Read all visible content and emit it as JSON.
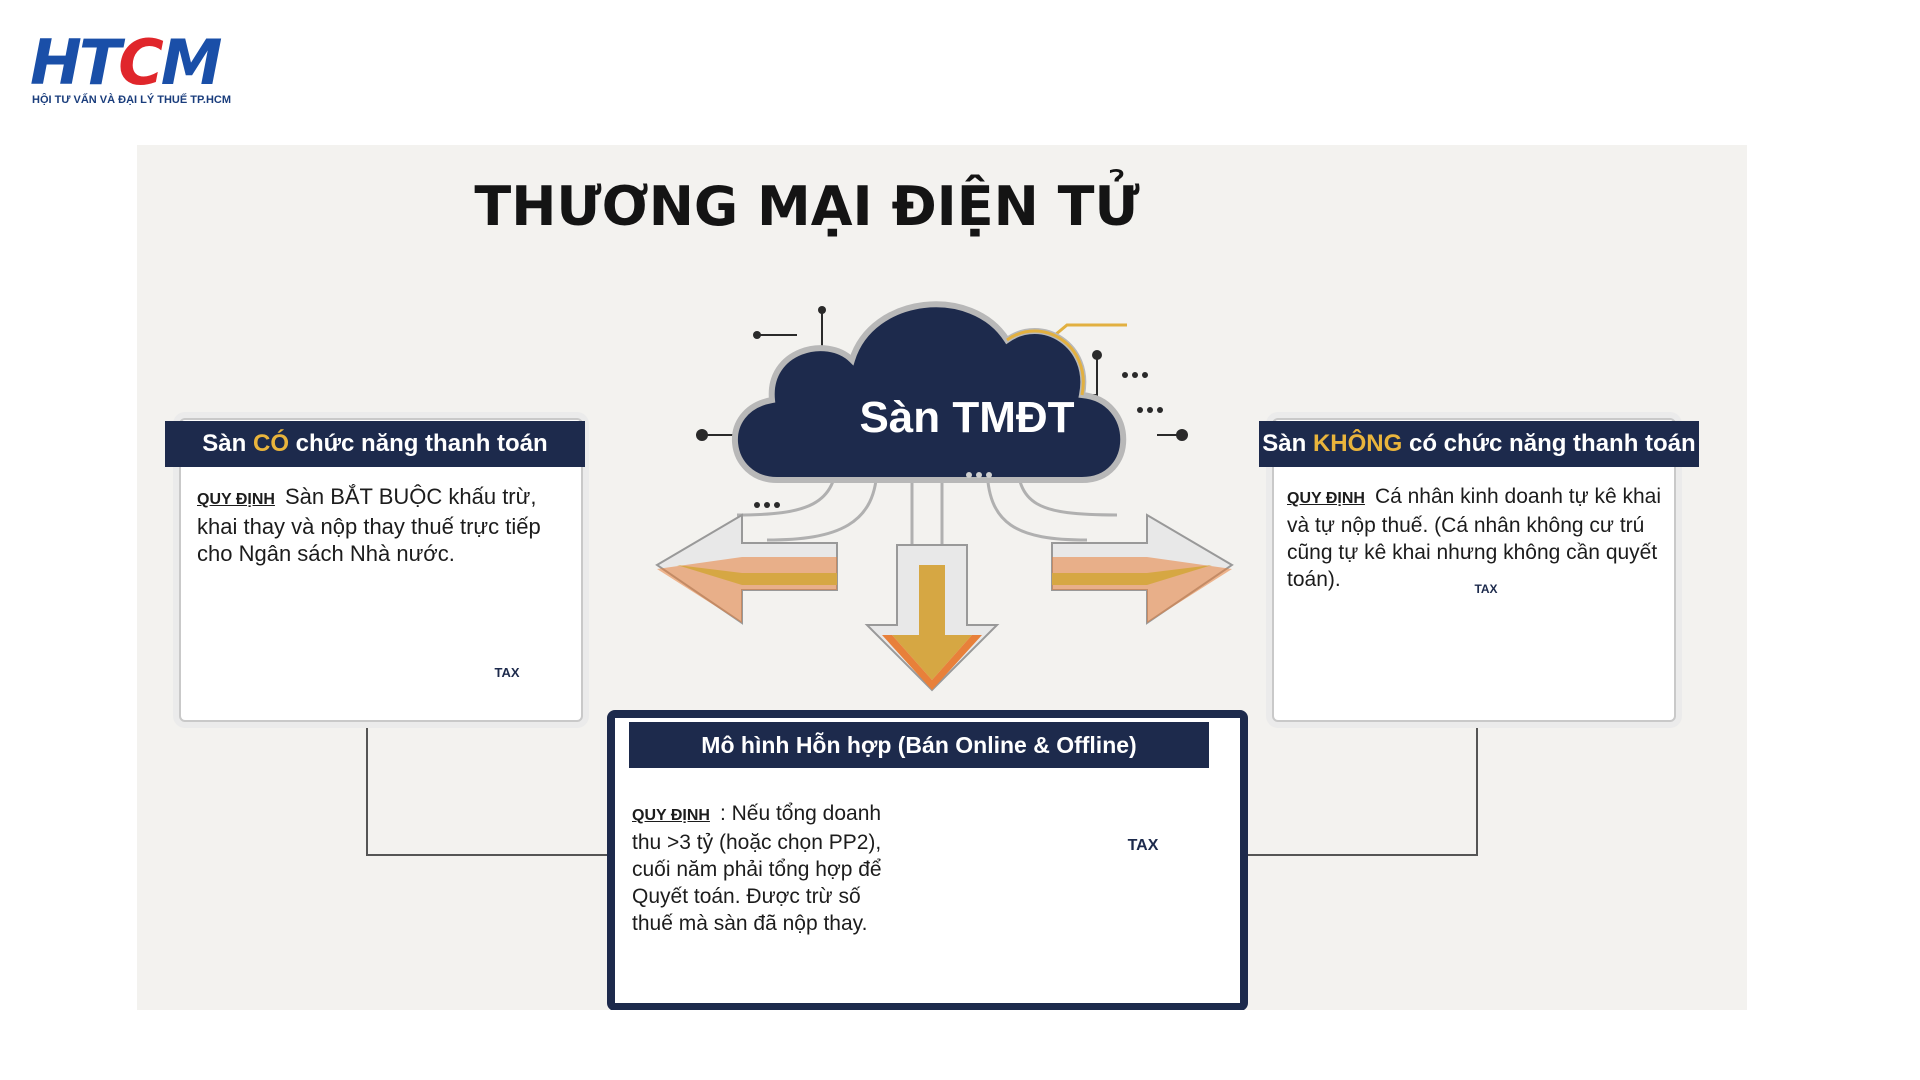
{
  "logo": {
    "part1": "HT",
    "part2": "C",
    "part3": "M",
    "subtitle": "HỘI TƯ VẤN VÀ ĐẠI LÝ THUẾ TP.HCM"
  },
  "title": "THƯƠNG MẠI ĐIỆN TỬ",
  "center": {
    "label": "Sàn TMĐT"
  },
  "left_panel": {
    "head_pre": "Sàn ",
    "head_highlight": "CÓ",
    "head_post": " chức năng thanh toán",
    "rule_label": "QUY ĐỊNH",
    "rule_text": "Sàn BẮT BUỘC khấu trừ, khai thay và nộp thay thuế trực tiếp cho Ngân sách Nhà nước.",
    "tax_badge": "TAX"
  },
  "right_panel": {
    "head_pre": "Sàn ",
    "head_highlight": "KHÔNG",
    "head_post": " có chức năng thanh toán",
    "rule_label": "QUY ĐỊNH",
    "rule_text": "Cá nhân kinh doanh tự kê khai và tự nộp thuế. (Cá nhân không cư trú cũng tự kê khai nhưng không cần quyết toán).",
    "tax_doc": "TAX"
  },
  "bottom_panel": {
    "head": "Mô hình Hỗn hợp (Bán Online & Offline)",
    "rule_label": "QUY ĐỊNH",
    "rule_text": ": Nếu tổng doanh thu >3 tỷ (hoặc chọn PP2), cuối năm phải tổng hợp để Quyết toán. Được trừ số thuế mà sàn đã nộp thay.",
    "tax_doc": "TAX"
  },
  "colors": {
    "navy": "#1d2a4c",
    "gold": "#d6a743",
    "orange": "#e8803a",
    "logo_blue": "#1a4fa8",
    "logo_red": "#e0262b"
  }
}
